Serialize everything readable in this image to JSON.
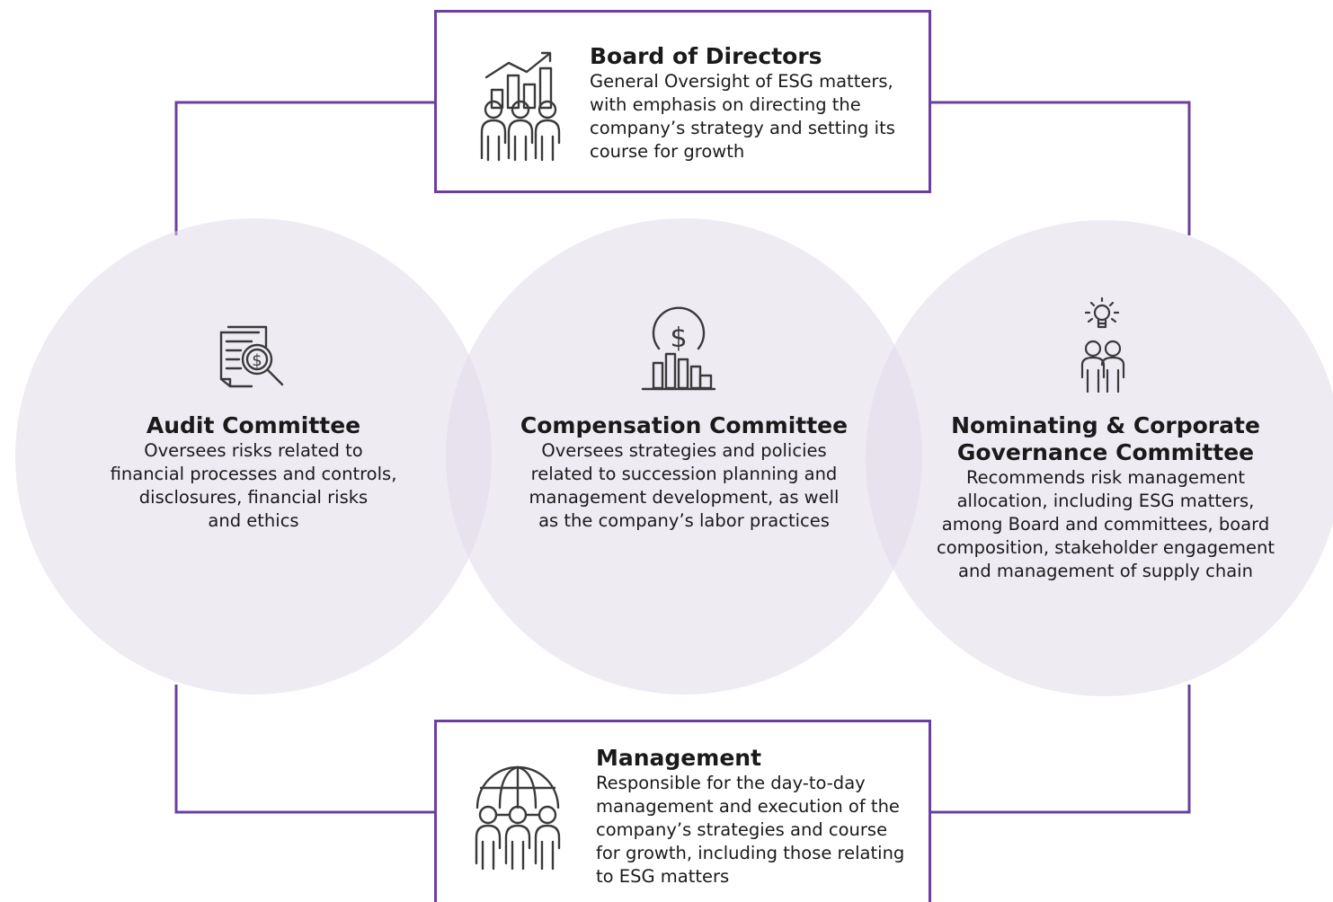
{
  "board": {
    "title": "Board of Directors",
    "description_lines": [
      "General Oversight of ESG matters,",
      "with emphasis on directing the",
      "company’s strategy and setting its",
      "course for growth"
    ],
    "icon": "growth-chart-people-icon"
  },
  "committees": [
    {
      "title_lines": [
        "Audit Committee"
      ],
      "description_lines": [
        "Oversees risks related to",
        "financial processes and controls,",
        "disclosures, financial risks",
        "and ethics"
      ],
      "icon": "audit-document-magnifier-icon"
    },
    {
      "title_lines": [
        "Compensation Committee"
      ],
      "description_lines": [
        "Oversees strategies and policies",
        "related to succession planning and",
        "management development, as well",
        "as the company’s labor practices"
      ],
      "icon": "dollar-bar-chart-icon"
    },
    {
      "title_lines": [
        "Nominating & Corporate",
        "Governance Committee"
      ],
      "description_lines": [
        "Recommends risk management",
        "allocation, including ESG matters,",
        "among Board and committees, board",
        "composition, stakeholder engagement",
        "and management of supply chain"
      ],
      "icon": "lightbulb-people-icon"
    }
  ],
  "management": {
    "title": "Management",
    "description_lines": [
      "Responsible for the day-to-day",
      "management and execution of the",
      "company’s strategies and course",
      "for growth, including those relating",
      "to ESG matters"
    ],
    "icon": "globe-people-icon"
  },
  "colors": {
    "frame": "#6b3fa0",
    "circle": "#e9e3ef",
    "icon": "#3a3a3a"
  }
}
